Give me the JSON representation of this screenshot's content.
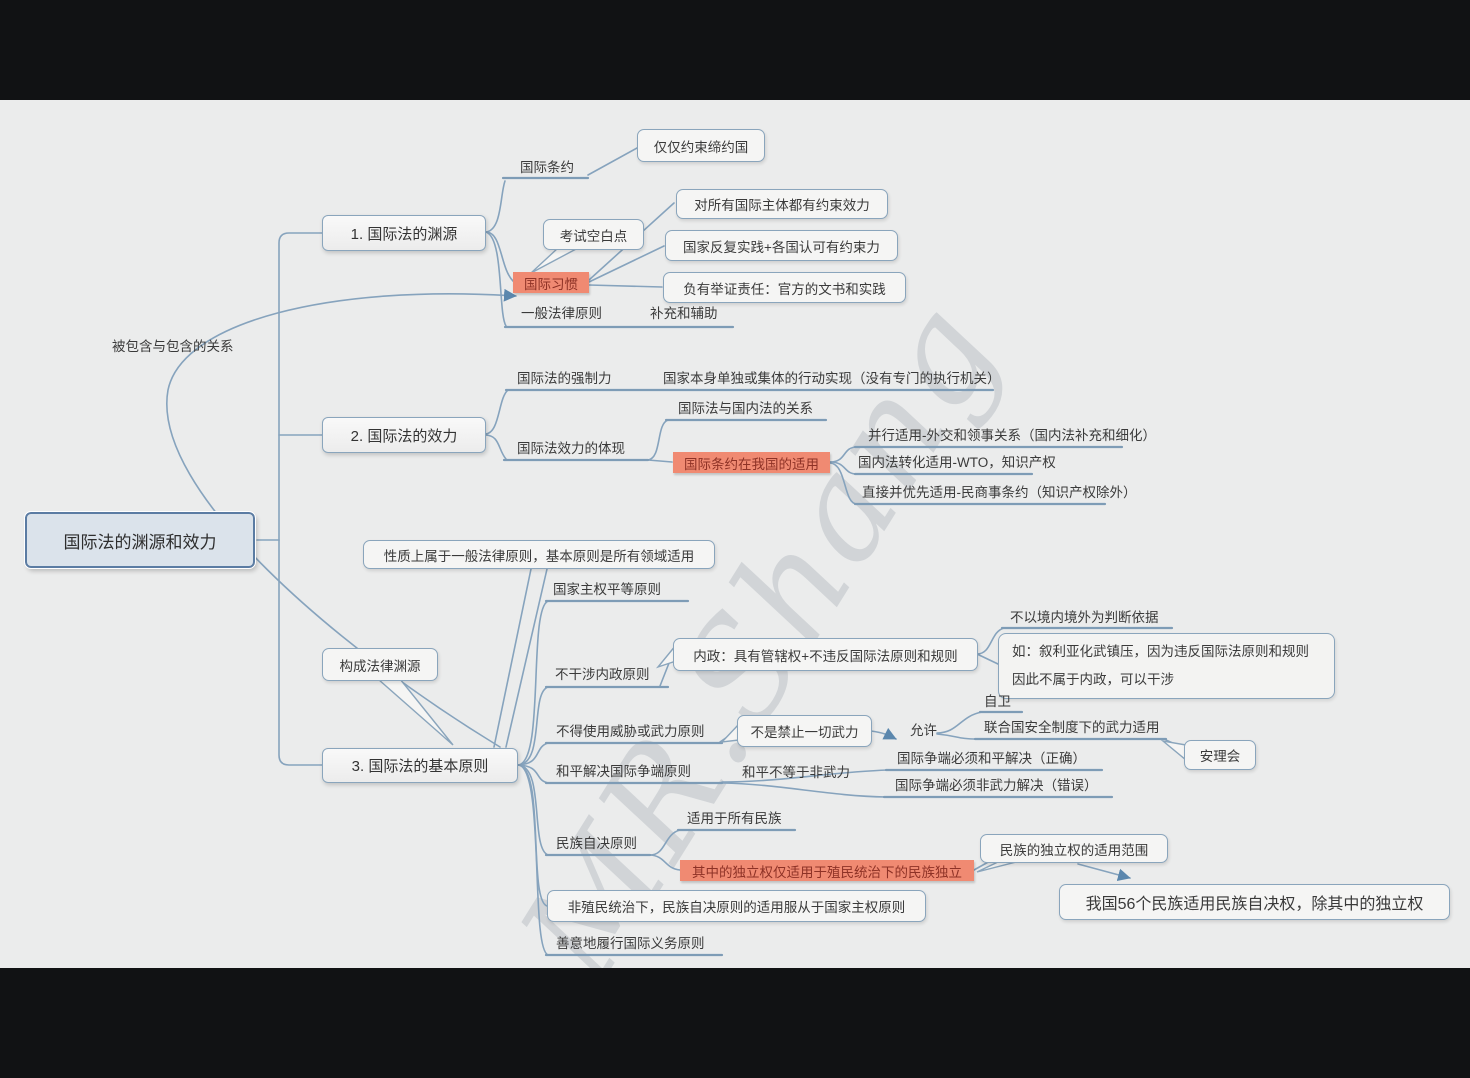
{
  "meta": {
    "background": "#ebecec",
    "letterbox": "#111214",
    "line_color": "#86a3bd",
    "box_border": "#8aa5bc",
    "box_fill": "#f5f5f4",
    "highlight_fill": "#f08a72",
    "highlight_text": "#8e3226",
    "root_fill": "#dbe3eb",
    "root_border": "#5b7ca3",
    "watermark": "MR.Shang"
  },
  "nodes": {
    "root": {
      "label": "国际法的渊源和效力"
    },
    "b1": {
      "label": "1. 国际法的渊源"
    },
    "b2": {
      "label": "2. 国际法的效力"
    },
    "b3": {
      "label": "3. 国际法的基本原则"
    },
    "relation": {
      "label": "被包含与包含的关系"
    },
    "treaty": {
      "label": "国际条约"
    },
    "treaty_note": {
      "label": "仅仅约束缔约国"
    },
    "exam_blank": {
      "label": "考试空白点"
    },
    "custom": {
      "label": "国际习惯"
    },
    "custom_n1": {
      "label": "对所有国际主体都有约束效力"
    },
    "custom_n2": {
      "label": "国家反复实践+各国认可有约束力"
    },
    "custom_n3": {
      "label": "负有举证责任：官方的文书和实践"
    },
    "general_principle": {
      "label": "一般法律原则"
    },
    "supplement": {
      "label": "补充和辅助"
    },
    "force": {
      "label": "国际法的强制力"
    },
    "force_note": {
      "label": "国家本身单独或集体的行动实现（没有专门的执行机关）"
    },
    "effect_embody": {
      "label": "国际法效力的体现"
    },
    "intl_domestic": {
      "label": "国际法与国内法的关系"
    },
    "treaty_china": {
      "label": "国际条约在我国的适用"
    },
    "parallel": {
      "label": "并行适用-外交和领事关系（国内法补充和细化）"
    },
    "transform": {
      "label": "国内法转化适用-WTO，知识产权"
    },
    "direct": {
      "label": "直接并优先适用-民商事条约（知识产权除外）"
    },
    "nature_note": {
      "label": "性质上属于一般法律原则，基本原则是所有领域适用"
    },
    "constitute": {
      "label": "构成法律渊源"
    },
    "sovereign": {
      "label": "国家主权平等原则"
    },
    "nonintervene": {
      "label": "不干涉内政原则"
    },
    "neizheng": {
      "label": "内政：具有管辖权+不违反国际法原则和规则"
    },
    "judge_basis": {
      "label": "不以境内境外为判断依据"
    },
    "syria1": {
      "label": "如：叙利亚化武镇压，因为违反国际法原则和规则"
    },
    "syria2": {
      "label": "因此不属于内政，可以干涉"
    },
    "noforce": {
      "label": "不得使用威胁或武力原则"
    },
    "not_all_force": {
      "label": "不是禁止一切武力"
    },
    "allow": {
      "label": "允许"
    },
    "selfdefense": {
      "label": "自卫"
    },
    "un_force": {
      "label": "联合国安全制度下的武力适用"
    },
    "security_council": {
      "label": "安理会"
    },
    "peaceful": {
      "label": "和平解决国际争端原则"
    },
    "peace_not": {
      "label": "和平不等于非武力"
    },
    "dispute_correct": {
      "label": "国际争端必须和平解决（正确）"
    },
    "dispute_wrong": {
      "label": "国际争端必须非武力解决（错误）"
    },
    "selfdet": {
      "label": "民族自决原则"
    },
    "all_nations": {
      "label": "适用于所有民族"
    },
    "independence": {
      "label": "其中的独立权仅适用于殖民统治下的民族独立"
    },
    "indep_scope": {
      "label": "民族的独立权的适用范围"
    },
    "china56": {
      "label": "我国56个民族适用民族自决权，除其中的独立权"
    },
    "noncolonial": {
      "label": "非殖民统治下，民族自决原则的适用服从于国家主权原则"
    },
    "goodfaith": {
      "label": "善意地履行国际义务原则"
    }
  }
}
